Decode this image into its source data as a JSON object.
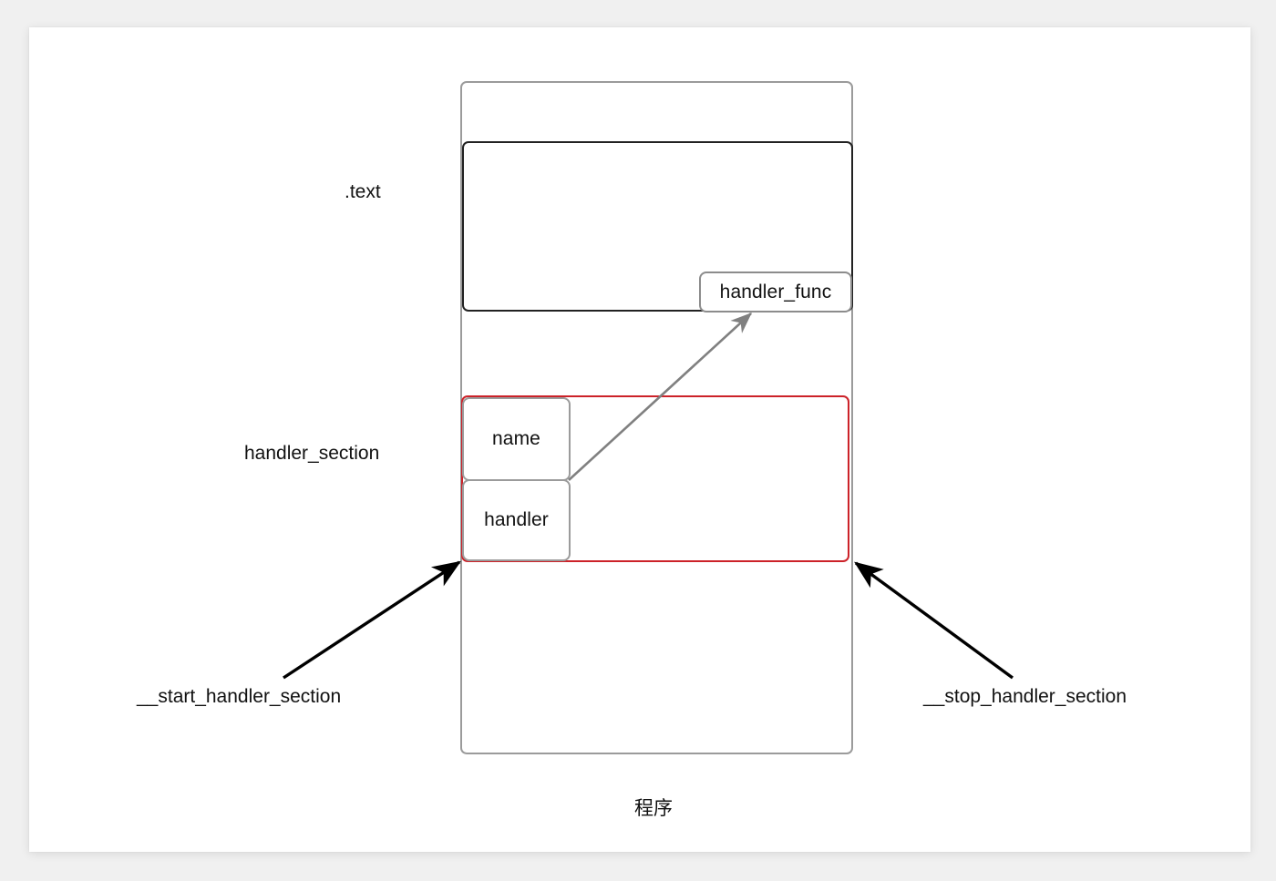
{
  "diagram": {
    "title": "handler_section linker-set memory layout",
    "caption": "程序",
    "colors": {
      "page_background": "#f0f0f0",
      "card_background": "#ffffff",
      "outer_box_border": "#9b9b9b",
      "text_section_border": "#222222",
      "handler_section_border": "#cc2229",
      "inner_box_border": "#9b9b9b",
      "gray_arrow": "#808080",
      "black_arrow": "#000000",
      "label_text": "#111111"
    },
    "boxes": {
      "program": {
        "label": "程序"
      },
      "text_section": {
        "label": ".text"
      },
      "handler_func": {
        "label": "handler_func"
      },
      "handler_section": {
        "label": "handler_section"
      },
      "name_entry": {
        "label": "name"
      },
      "handler_entry": {
        "label": "handler"
      }
    },
    "labels": {
      "text_section": ".text",
      "handler_section": "handler_section",
      "start_symbol": "__start_handler_section",
      "stop_symbol": "__stop_handler_section",
      "program": "程序"
    },
    "arrows": [
      {
        "name": "handler-to-func-arrow",
        "from": "handler_entry",
        "to": "handler_func",
        "color": "#808080",
        "style": "solid"
      },
      {
        "name": "start-symbol-arrow",
        "from": "__start_handler_section",
        "to": "handler_section start boundary",
        "color": "#000000",
        "style": "solid"
      },
      {
        "name": "stop-symbol-arrow",
        "from": "__stop_handler_section",
        "to": "handler_section end boundary",
        "color": "#000000",
        "style": "solid"
      }
    ]
  }
}
